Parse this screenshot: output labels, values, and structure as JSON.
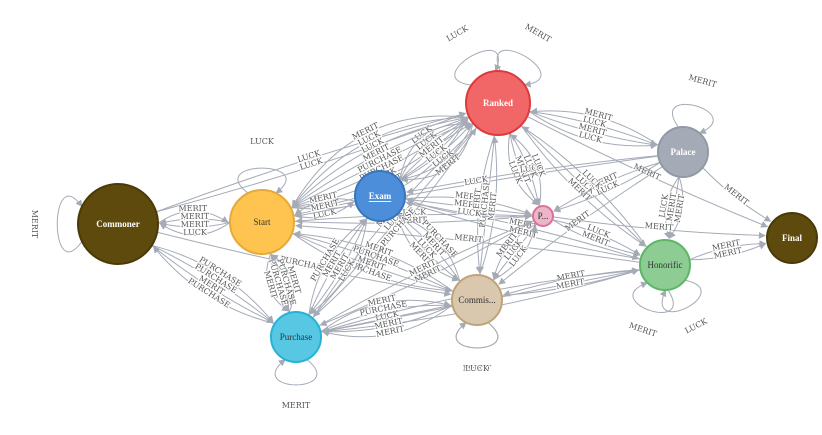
{
  "nodes": [
    {
      "id": "commoner",
      "label": "Commoner",
      "fill": "#5e4a0d",
      "stroke": "#4a3a08",
      "text": "#ffffff",
      "bold": true
    },
    {
      "id": "start",
      "label": "Start",
      "fill": "#ffc44f",
      "stroke": "#e6a93a",
      "text": "#333333",
      "bold": false
    },
    {
      "id": "exam",
      "label": "Exam",
      "fill": "#4c8ed9",
      "stroke": "#3775be",
      "text": "#ffffff",
      "bold": true,
      "underline": true
    },
    {
      "id": "ranked",
      "label": "Ranked",
      "fill": "#f16667",
      "stroke": "#dc3b3d",
      "text": "#ffffff",
      "bold": true
    },
    {
      "id": "p",
      "label": "P...",
      "fill": "#ecb5c9",
      "stroke": "#da7298",
      "text": "#333333",
      "bold": false
    },
    {
      "id": "palace",
      "label": "Palace",
      "fill": "#a5abb6",
      "stroke": "#9099a6",
      "text": "#ffffff",
      "bold": true
    },
    {
      "id": "honorific",
      "label": "Honorific",
      "fill": "#8dcc93",
      "stroke": "#5db665",
      "text": "#333333",
      "bold": false
    },
    {
      "id": "final",
      "label": "Final",
      "fill": "#5e4a0d",
      "stroke": "#4a3a08",
      "text": "#ffffff",
      "bold": true
    },
    {
      "id": "commission",
      "label": "Commis...",
      "fill": "#d9c8ae",
      "stroke": "#c0a378",
      "text": "#333333",
      "bold": false
    },
    {
      "id": "purchase",
      "label": "Purchase",
      "fill": "#57c7e3",
      "stroke": "#23b3d7",
      "text": "#333333",
      "bold": false
    }
  ],
  "edges": [
    {
      "from": "commoner",
      "to": "commoner",
      "label": "MERIT"
    },
    {
      "from": "commoner",
      "to": "start",
      "label": "MERIT"
    },
    {
      "from": "commoner",
      "to": "ranked",
      "label": "LUCK"
    },
    {
      "from": "commoner",
      "to": "ranked",
      "label": "LUCK"
    },
    {
      "from": "commoner",
      "to": "purchase",
      "label": "PURCHASE"
    },
    {
      "from": "commoner",
      "to": "purchase",
      "label": "PURCHASE"
    },
    {
      "from": "commoner",
      "to": "purchase",
      "label": "MERIT"
    },
    {
      "from": "commoner",
      "to": "commission",
      "label": "PURCHASE"
    },
    {
      "from": "start",
      "to": "start",
      "label": "LUCK"
    },
    {
      "from": "start",
      "to": "exam",
      "label": "LUCK"
    },
    {
      "from": "start",
      "to": "ranked",
      "label": "MERIT"
    },
    {
      "from": "start",
      "to": "ranked",
      "label": "MERIT"
    },
    {
      "from": "start",
      "to": "ranked",
      "label": "LUCK"
    },
    {
      "from": "start",
      "to": "ranked",
      "label": "PURCHASE"
    },
    {
      "from": "start",
      "to": "purchase",
      "label": "MERIT"
    },
    {
      "from": "start",
      "to": "purchase",
      "label": "PURCHASE"
    },
    {
      "from": "start",
      "to": "commission",
      "label": "PURCHASE"
    },
    {
      "from": "start",
      "to": "commission",
      "label": "MERIT"
    },
    {
      "from": "start",
      "to": "p",
      "label": "MERIT"
    },
    {
      "from": "start",
      "to": "commoner",
      "label": "MERIT"
    },
    {
      "from": "start",
      "to": "commoner",
      "label": "MERIT"
    },
    {
      "from": "start",
      "to": "commoner",
      "label": "LUCK"
    },
    {
      "from": "exam",
      "to": "ranked",
      "label": "LUCK"
    },
    {
      "from": "exam",
      "to": "ranked",
      "label": "LUCK"
    },
    {
      "from": "exam",
      "to": "ranked",
      "label": "MERIT"
    },
    {
      "from": "exam",
      "to": "ranked",
      "label": "LUCK"
    },
    {
      "from": "exam",
      "to": "purchase",
      "label": "LUCK"
    },
    {
      "from": "exam",
      "to": "purchase",
      "label": "MERIT"
    },
    {
      "from": "exam",
      "to": "commission",
      "label": "MERIT"
    },
    {
      "from": "exam",
      "to": "commission",
      "label": "LUCK"
    },
    {
      "from": "exam",
      "to": "p",
      "label": "MERIT"
    },
    {
      "from": "exam",
      "to": "p",
      "label": "MERIT"
    },
    {
      "from": "exam",
      "to": "honorific",
      "label": "MERIT"
    },
    {
      "from": "exam",
      "to": "start",
      "label": "MERIT"
    },
    {
      "from": "exam",
      "to": "start",
      "label": "MERIT"
    },
    {
      "from": "ranked",
      "to": "ranked",
      "label": "LUCK"
    },
    {
      "from": "ranked",
      "to": "ranked",
      "label": "MERIT"
    },
    {
      "from": "ranked",
      "to": "palace",
      "label": "LUCK"
    },
    {
      "from": "ranked",
      "to": "palace",
      "label": "MERIT"
    },
    {
      "from": "ranked",
      "to": "palace",
      "label": "LUCK"
    },
    {
      "from": "ranked",
      "to": "p",
      "label": "LUCK"
    },
    {
      "from": "ranked",
      "to": "p",
      "label": "MERIT"
    },
    {
      "from": "ranked",
      "to": "p",
      "label": "LUCK"
    },
    {
      "from": "ranked",
      "to": "honorific",
      "label": "MERIT"
    },
    {
      "from": "ranked",
      "to": "honorific",
      "label": "LUCK"
    },
    {
      "from": "ranked",
      "to": "commission",
      "label": "MERIT"
    },
    {
      "from": "ranked",
      "to": "commission",
      "label": "PURCHASE"
    },
    {
      "from": "ranked",
      "to": "start",
      "label": "PURCHASE"
    },
    {
      "from": "ranked",
      "to": "start",
      "label": "MERIT"
    },
    {
      "from": "ranked",
      "to": "start",
      "label": "LUCK"
    },
    {
      "from": "ranked",
      "to": "start",
      "label": "LUCK"
    },
    {
      "from": "ranked",
      "to": "start",
      "label": "MERIT"
    },
    {
      "from": "ranked",
      "to": "exam",
      "label": "LUCK"
    },
    {
      "from": "ranked",
      "to": "exam",
      "label": "MERIT"
    },
    {
      "from": "ranked",
      "to": "purchase",
      "label": "MERIT"
    },
    {
      "from": "ranked",
      "to": "purchase",
      "label": "LUCK"
    },
    {
      "from": "ranked",
      "to": "final",
      "label": "MERIT"
    },
    {
      "from": "palace",
      "to": "palace",
      "label": "MERIT"
    },
    {
      "from": "palace",
      "to": "final",
      "label": "MERIT"
    },
    {
      "from": "palace",
      "to": "honorific",
      "label": "LUCK"
    },
    {
      "from": "palace",
      "to": "honorific",
      "label": "MERIT"
    },
    {
      "from": "palace",
      "to": "honorific",
      "label": "MERIT"
    },
    {
      "from": "palace",
      "to": "p",
      "label": "MERIT"
    },
    {
      "from": "palace",
      "to": "p",
      "label": "LUCK"
    },
    {
      "from": "palace",
      "to": "commission",
      "label": "MERIT"
    },
    {
      "from": "palace",
      "to": "exam",
      "label": "LUCK"
    },
    {
      "from": "palace",
      "to": "start",
      "label": "LUCK"
    },
    {
      "from": "palace",
      "to": "ranked",
      "label": "MERIT"
    },
    {
      "from": "p",
      "to": "honorific",
      "label": "MERIT"
    },
    {
      "from": "p",
      "to": "honorific",
      "label": "LUCK"
    },
    {
      "from": "p",
      "to": "commission",
      "label": "MERIT"
    },
    {
      "from": "p",
      "to": "commission",
      "label": "LUCK"
    },
    {
      "from": "p",
      "to": "final",
      "label": "MERIT"
    },
    {
      "from": "p",
      "to": "start",
      "label": "LUCK"
    },
    {
      "from": "p",
      "to": "exam",
      "label": "LUCK"
    },
    {
      "from": "p",
      "to": "purchase",
      "label": "MERIT"
    },
    {
      "from": "p",
      "to": "ranked",
      "label": "LUCK"
    },
    {
      "from": "honorific",
      "to": "honorific",
      "label": "MERIT"
    },
    {
      "from": "honorific",
      "to": "honorific",
      "label": "LUCK"
    },
    {
      "from": "honorific",
      "to": "final",
      "label": "MERIT"
    },
    {
      "from": "honorific",
      "to": "final",
      "label": "MERIT"
    },
    {
      "from": "honorific",
      "to": "commission",
      "label": "MERIT"
    },
    {
      "from": "honorific",
      "to": "purchase",
      "label": "LUCK"
    },
    {
      "from": "honorific",
      "to": "purchase",
      "label": "MERIT"
    },
    {
      "from": "honorific",
      "to": "start",
      "label": "MERIT"
    },
    {
      "from": "honorific",
      "to": "ranked",
      "label": "LUCK"
    },
    {
      "from": "honorific",
      "to": "exam",
      "label": "MERIT"
    },
    {
      "from": "commission",
      "to": "commission",
      "label": "MERIT"
    },
    {
      "from": "commission",
      "to": "commission",
      "label": "LUCK"
    },
    {
      "from": "commission",
      "to": "purchase",
      "label": "MERIT"
    },
    {
      "from": "commission",
      "to": "purchase",
      "label": "MERIT"
    },
    {
      "from": "commission",
      "to": "purchase",
      "label": "LUCK"
    },
    {
      "from": "commission",
      "to": "start",
      "label": "PURCHASE"
    },
    {
      "from": "commission",
      "to": "start",
      "label": "MERIT"
    },
    {
      "from": "commission",
      "to": "exam",
      "label": "MERIT"
    },
    {
      "from": "commission",
      "to": "exam",
      "label": "PURCHASE"
    },
    {
      "from": "commission",
      "to": "ranked",
      "label": "MERIT"
    },
    {
      "from": "commission",
      "to": "honorific",
      "label": "MERIT"
    },
    {
      "from": "commission",
      "to": "p",
      "label": "LUCK"
    },
    {
      "from": "purchase",
      "to": "purchase",
      "label": "MERIT"
    },
    {
      "from": "purchase",
      "to": "start",
      "label": "PURCHASE"
    },
    {
      "from": "purchase",
      "to": "start",
      "label": "MERIT"
    },
    {
      "from": "purchase",
      "to": "exam",
      "label": "MERIT"
    },
    {
      "from": "purchase",
      "to": "exam",
      "label": "PURCHASE"
    },
    {
      "from": "purchase",
      "to": "commission",
      "label": "PURCHASE"
    },
    {
      "from": "purchase",
      "to": "commission",
      "label": "MERIT"
    },
    {
      "from": "purchase",
      "to": "ranked",
      "label": "PURCHASE"
    },
    {
      "from": "purchase",
      "to": "p",
      "label": "MERIT"
    },
    {
      "from": "purchase",
      "to": "honorific",
      "label": "LUCK"
    },
    {
      "from": "purchase",
      "to": "commoner",
      "label": "PURCHASE"
    }
  ]
}
